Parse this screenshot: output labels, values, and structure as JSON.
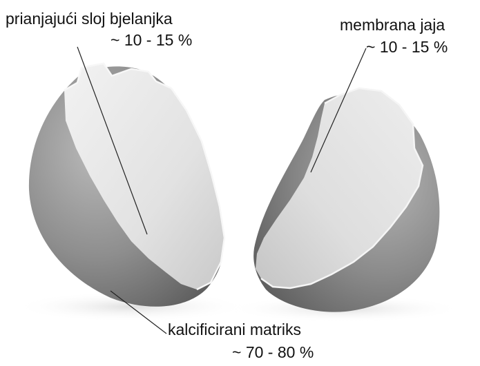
{
  "labels": {
    "albumen_layer": {
      "name": "prianjajući sloj bjelanjka",
      "percent": "~ 10 - 15 %"
    },
    "egg_membrane": {
      "name": "membrana jaja",
      "percent": "~ 10 - 15 %"
    },
    "calcified_matrix": {
      "name": "kalcificirani matriks",
      "percent": "~ 70 - 80 %"
    }
  },
  "colors": {
    "background": "#ffffff",
    "shell_outer": "#8a8a8a",
    "shell_inner": "#e4e4e4",
    "text": "#111111",
    "leader_line": "#222222"
  }
}
